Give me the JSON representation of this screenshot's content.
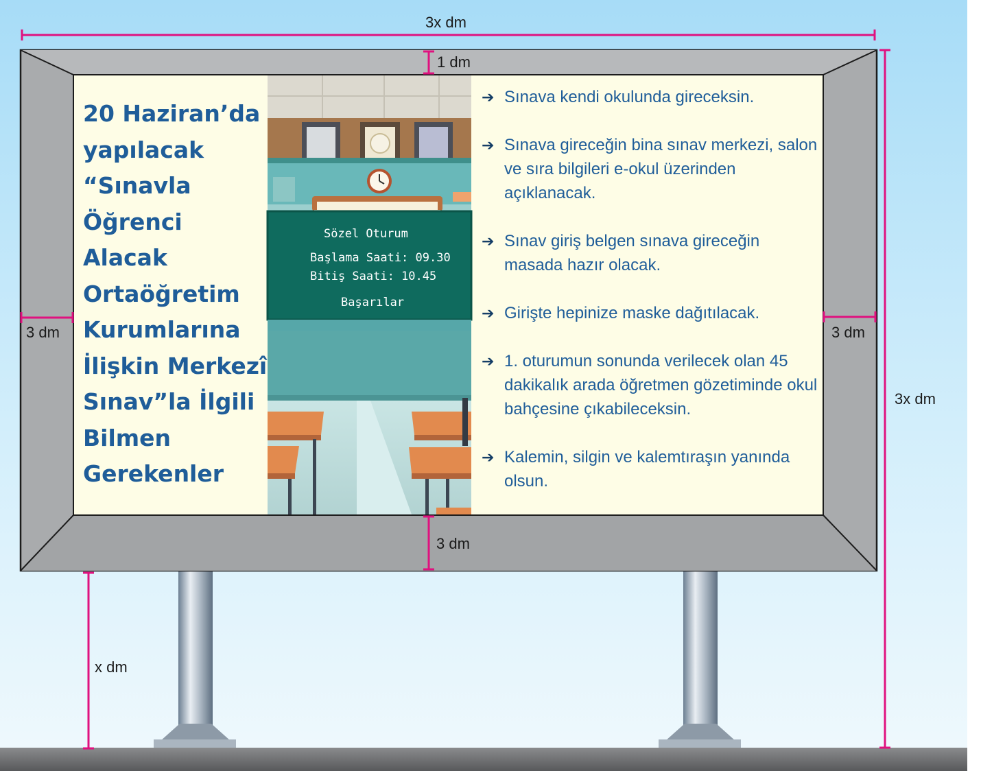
{
  "dimensions": {
    "top_width": "3x dm",
    "top_border": "1 dm",
    "left_border": "3 dm",
    "right_border": "3 dm",
    "bottom_border": "3 dm",
    "total_height": "3x dm",
    "pole_height": "x dm"
  },
  "title_lines": [
    "20 Haziran’da",
    "yapılacak",
    "“Sınavla",
    "Öğrenci",
    "Alacak",
    "Ortaöğretim",
    "Kurumlarına",
    "İlişkin Merkezî",
    "Sınav”la İlgili",
    "Bilmen",
    "Gerekenler"
  ],
  "board": {
    "line1": "Sözel Oturum",
    "line2": "Başlama Saati: 09.30",
    "line3": "Bitiş Saati: 10.45",
    "line4": "Başarılar"
  },
  "bullets": [
    "Sınava kendi okulunda gireceksin.",
    "Sınava gireceğin bina sınav merkezi, salon ve sıra bilgileri e-okul üzerinden açıklanacak.",
    "Sınav giriş belgen sınava gireceğin masada hazır olacak.",
    "Girişte hepinize maske dağıtılacak.",
    "1. oturumun sonunda verilecek olan 45 dakikalık arada öğretmen gözetiminde okul bahçesine çıkabileceksin.",
    "Kalemin, silgin ve kalemtıraşın yanında olsun."
  ],
  "arrow_glyph": "➔",
  "colors": {
    "sky_top": "#a7dcf7",
    "sky_bottom": "#eef8fd",
    "frame": "#a9abad",
    "panel": "#fefde6",
    "title_text": "#1f5d99",
    "dimension_line": "#e0117f",
    "chalkboard": "#0f6b5e",
    "ground": "#6e6f71"
  }
}
